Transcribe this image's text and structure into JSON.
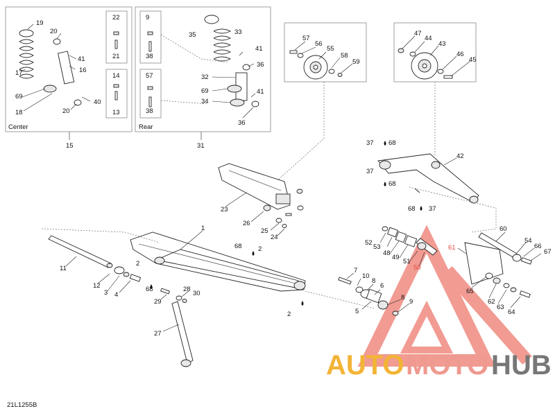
{
  "diagram_code": "21L1255B",
  "group_center": {
    "name": "Center",
    "ref": "15"
  },
  "group_rear": {
    "name": "Rear",
    "ref": "31"
  },
  "labels": {
    "n1": "1",
    "n2a": "2",
    "n2b": "2",
    "n2c": "2",
    "n3": "3",
    "n4": "4",
    "n5": "5",
    "n6": "6",
    "n7": "7",
    "n8a": "8",
    "n8b": "8",
    "n9a": "9",
    "n9b": "9",
    "n10": "10",
    "n11": "11",
    "n12": "12",
    "n13": "13",
    "n14": "14",
    "n16": "16",
    "n17": "17",
    "n18": "18",
    "n19": "19",
    "n20a": "20",
    "n20b": "20",
    "n21": "21",
    "n22": "22",
    "n23": "23",
    "n24": "24",
    "n25": "25",
    "n26": "26",
    "n27": "27",
    "n28": "28",
    "n29": "29",
    "n30": "30",
    "n32": "32",
    "n33": "33",
    "n34": "34",
    "n35": "35",
    "n36a": "36",
    "n36b": "36",
    "n37a": "37",
    "n37b": "37",
    "n37c": "37",
    "n38a": "38",
    "n38b": "38",
    "n40": "40",
    "n41a": "41",
    "n41b": "41",
    "n41c": "41",
    "n42": "42",
    "n43": "43",
    "n44": "44",
    "n45": "45",
    "n46": "46",
    "n47": "47",
    "n48": "48",
    "n49": "49",
    "n50": "50",
    "n51": "51",
    "n52": "52",
    "n53": "53",
    "n54": "54",
    "n55": "55",
    "n56": "56",
    "n57a": "57",
    "n57b": "57",
    "n58": "58",
    "n59": "59",
    "n60": "60",
    "n61": "61",
    "n62": "62",
    "n63": "63",
    "n64": "64",
    "n65": "65",
    "n66": "66",
    "n67": "67",
    "n68a": "68",
    "n68b": "68",
    "n68c": "68",
    "n68d": "68",
    "n68e": "68",
    "n69a": "69",
    "n69b": "69"
  },
  "icons": {
    "lubricant": "oil-drop-icon"
  },
  "watermark": {
    "auto": "AUTO",
    "moto": "MOTO",
    "hub": "HUB"
  }
}
